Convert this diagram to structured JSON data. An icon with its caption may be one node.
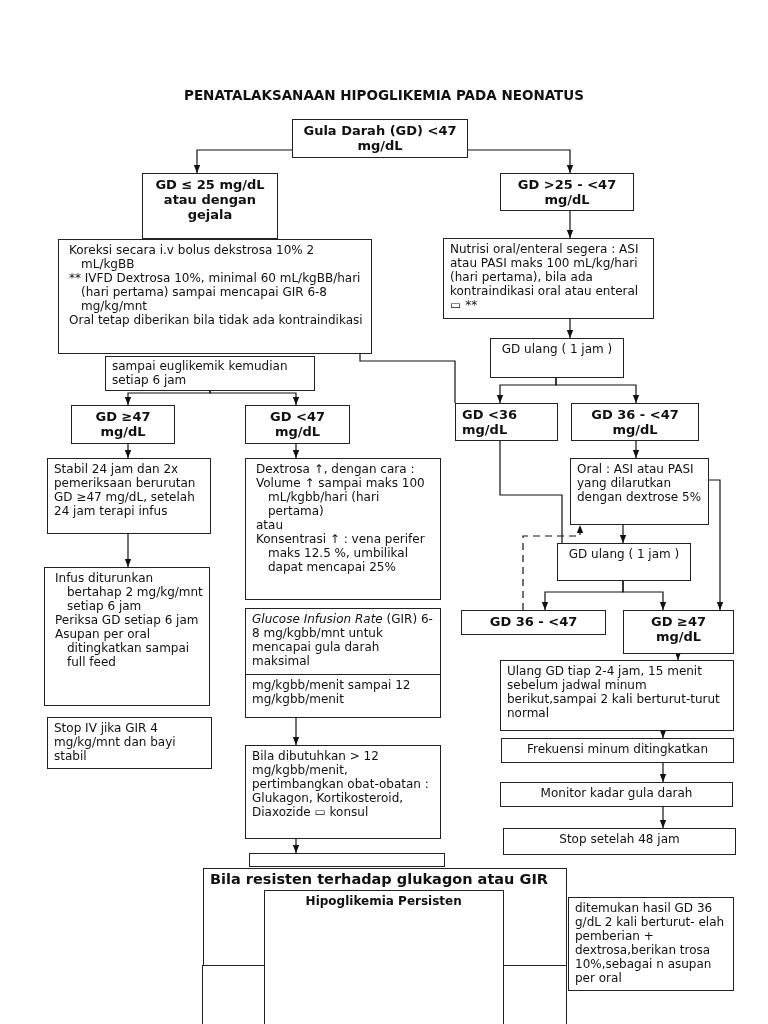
{
  "diagram": {
    "title": "PENATALAKSANAAN HIPOGLIKEMIA PADA NEONATUS",
    "nodes": [
      {
        "text": [
          "Gula Darah (GD) <47 mg/dL"
        ]
      },
      {
        "text": [
          "GD ≤ 25 mg/dL atau dengan gejala"
        ]
      },
      {
        "text": [
          "GD >25 - <47 mg/dL"
        ]
      },
      {
        "text": [
          "Koreksi secara i.v bolus dekstrosa 10% 2 mL/kgBB",
          "** IVFD Dextrosa 10%, minimal 60 mL/kgBB/hari (hari pertama) sampai mencapai GIR 6-8 mg/kg/mnt",
          "Oral tetap diberikan bila tidak ada kontraindikasi"
        ]
      },
      {
        "text": [
          "sampai euglikemik kemudian setiap 6 jam"
        ]
      },
      {
        "text": [
          "Nutrisi oral/enteral segera : ASI atau PASI maks 100 mL/kg/hari (hari pertama), bila ada kontraindikasi oral atau enteral ▭ **"
        ]
      },
      {
        "text": [
          "GD ulang ( 1 jam )"
        ]
      },
      {
        "text": [
          "GD ≥47 mg/dL"
        ]
      },
      {
        "text": [
          "GD <47 mg/dL"
        ]
      },
      {
        "text": [
          "GD <36 mg/dL"
        ]
      },
      {
        "text": [
          "GD 36 - <47 mg/dL"
        ]
      },
      {
        "text": [
          "Stabil 24 jam dan 2x pemeriksaan berurutan GD ≥47 mg/dL, setelah 24 jam terapi infus"
        ]
      },
      {
        "text": [
          "Dextrosa ↑, dengan cara :",
          "Volume ↑ sampai maks 100 mL/kgbb/hari (hari pertama)",
          "atau",
          "Konsentrasi ↑ : vena perifer maks 12.5 %, umbilikal dapat mencapai 25%"
        ]
      },
      {
        "text": [
          "Oral : ASI atau PASI yang dilarutkan dengan dextrose 5%"
        ]
      },
      {
        "text": [
          "GD ulang ( 1 jam )"
        ]
      },
      {
        "text": [
          "Infus diturunkan bertahap 2 mg/kg/mnt setiap 6 jam",
          "Periksa GD setiap 6 jam",
          "Asupan per oral ditingkatkan sampai full feed"
        ]
      },
      {
        "text": [
          "*Glucose Infusion Rate* (GIR) 6-8 mg/kgbb/mnt untuk mencapai gula darah maksimal"
        ]
      },
      {
        "text": [
          "mg/kgbb/menit sampai 12 mg/kgbb/menit"
        ]
      },
      {
        "text": [
          "GD 36 - <47"
        ]
      },
      {
        "text": [
          "GD ≥47 mg/dL"
        ]
      },
      {
        "text": [
          "Stop IV jika GIR 4 mg/kg/mnt dan bayi stabil"
        ]
      },
      {
        "text": [
          "Bila dibutuhkan > 12 mg/kgbb/menit, pertimbangkan obat-obatan : Glukagon, Kortikosteroid, Diaxozide ▭ konsul"
        ]
      },
      {
        "text": [
          "Ulang GD tiap 2-4 jam, 15 menit sebelum jadwal minum berikut,sampai 2 kali berturut-turut normal"
        ]
      },
      {
        "text": [
          "Frekuensi minum ditingkatkan"
        ]
      },
      {
        "text": [
          "Monitor kadar gula darah"
        ]
      },
      {
        "text": [
          "Stop setelah 48 jam"
        ]
      },
      {
        "text": [],
        "shape": "box"
      },
      {
        "text": [
          "Bila resisten terhadap glukagon atau GIR"
        ]
      },
      {
        "text": [],
        "shape": "box",
        "in": 27
      },
      {
        "text": [
          "Hipoglikemia Persisten"
        ],
        "in": 27
      },
      {
        "text": [
          "ditemukan hasil GD 36 g/dL 2 kali berturut- elah pemberian + dextrosa,berikan trosa 10%,sebagai n asupan per oral"
        ]
      }
    ],
    "edges": [
      {
        "from": 0,
        "to": 1,
        "arrow": "to"
      },
      {
        "from": 0,
        "to": 2,
        "arrow": "to"
      },
      {
        "from": 2,
        "to": 5,
        "arrow": "to"
      },
      {
        "from": 5,
        "to": 6,
        "arrow": "to"
      },
      {
        "from": 9,
        "to": 3,
        "arrow": "none"
      },
      {
        "from": 4,
        "to": 7,
        "arrow": "to"
      },
      {
        "from": 4,
        "to": 8,
        "arrow": "to"
      },
      {
        "from": 6,
        "to": 9,
        "arrow": "to"
      },
      {
        "from": 6,
        "to": 10,
        "arrow": "to"
      },
      {
        "from": 7,
        "to": 11,
        "arrow": "to"
      },
      {
        "from": 8,
        "to": 12,
        "arrow": "to"
      },
      {
        "from": 10,
        "to": 13,
        "arrow": "to"
      },
      {
        "from": 11,
        "to": 15,
        "arrow": "to"
      },
      {
        "from": 17,
        "to": 21,
        "arrow": "to"
      },
      {
        "from": 21,
        "to": 26,
        "arrow": "to"
      },
      {
        "from": 9,
        "to": 14,
        "arrow": "none"
      },
      {
        "from": 13,
        "to": 14,
        "arrow": "to"
      },
      {
        "from": 18,
        "to": 13,
        "arrow": "to",
        "style": "dashed"
      },
      {
        "from": 14,
        "to": 18,
        "arrow": "to"
      },
      {
        "from": 14,
        "to": 19,
        "arrow": "to"
      },
      {
        "from": 13,
        "to": 19,
        "arrow": "to"
      },
      {
        "from": 19,
        "to": 22,
        "arrow": "to"
      },
      {
        "from": 22,
        "to": 23,
        "arrow": "to"
      },
      {
        "from": 23,
        "to": 24,
        "arrow": "to"
      },
      {
        "from": 24,
        "to": 25,
        "arrow": "to"
      }
    ]
  }
}
